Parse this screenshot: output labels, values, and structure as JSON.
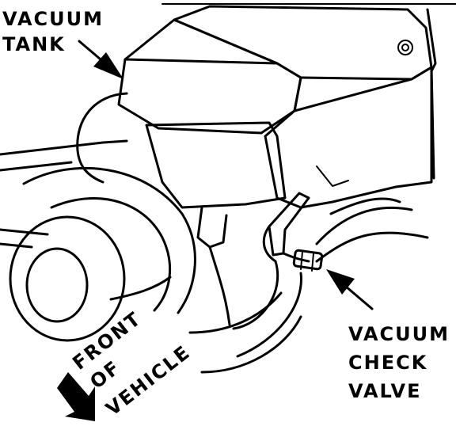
{
  "labels": {
    "vacuum_tank_line1": "VACUUM",
    "vacuum_tank_line2": "TANK",
    "check_valve_line1": "VACUUM",
    "check_valve_line2": "CHECK",
    "check_valve_line3": "VALVE",
    "front_line1": "FRONT",
    "front_line2": "OF",
    "front_line3": "VEHICLE"
  },
  "colors": {
    "ink": "#000000",
    "paper": "#ffffff",
    "shade": "#b9b9b9"
  }
}
